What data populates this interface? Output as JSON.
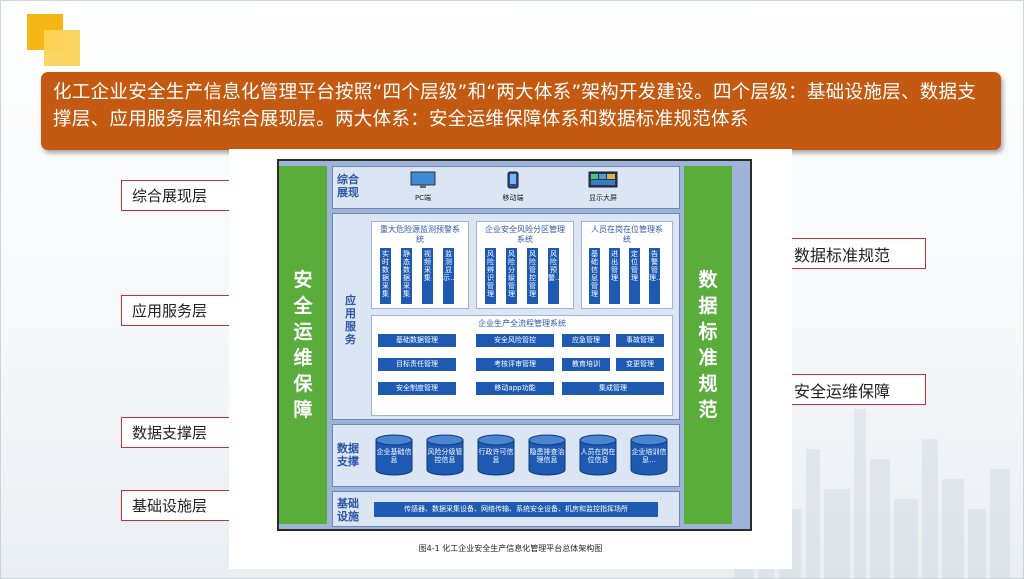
{
  "banner": {
    "text": "化工企业安全生产信息化管理平台按照“四个层级”和“两大体系”架构开发建设。四个层级：基础设施层、数据支撑层、应用服务层和综合展现层。两大体系：安全运维保障体系和数据标准规范体系"
  },
  "callouts": {
    "left": [
      "综合展现层",
      "应用服务层",
      "数据支撑层",
      "基础设施层"
    ],
    "right": [
      "数据标准规范",
      "安全运维保障"
    ]
  },
  "diagram": {
    "left_side": "安全运维保障",
    "right_side": "数据标准规范",
    "layers": {
      "display": {
        "label": "综合展现",
        "devices": [
          "PC端",
          "移动端",
          "显示大屏"
        ]
      },
      "app": {
        "label": "应用服务",
        "systems": [
          {
            "title": "重大危险源监测预警系统",
            "items": [
              "实时数据采集",
              "静态数据采集",
              "视频采集",
              "监测显示…"
            ]
          },
          {
            "title": "企业安全风险分区管理系统",
            "items": [
              "风险辨识管理",
              "风险分级管理",
              "风险管控管理",
              "风险预警…"
            ]
          },
          {
            "title": "人员在岗在位管理系统",
            "items": [
              "基础信息管理",
              "进出管理",
              "定位管理",
              "告警管理…"
            ]
          }
        ],
        "process_title": "企业生产全流程管理系统",
        "process_items": [
          "基础数据管理",
          "安全风险管控",
          "应急管理",
          "事故管理",
          "目标责任管理",
          "考核评审管理",
          "教育培训",
          "变更管理",
          "安全制度管理",
          "移动app功能",
          "集成管理"
        ]
      },
      "data": {
        "label": "数据支撑",
        "dbs": [
          "企业基础信息",
          "风险分级管控信息",
          "行政许可信息",
          "隐患排查治理信息",
          "人员在岗在位信息",
          "企业培训信息…"
        ]
      },
      "infra": {
        "label": "基础设施",
        "text": "传感器、数据采集设备、网络传输、系统安全设备、机房和监控指挥场所"
      }
    },
    "caption": "图4-1 化工企业安全生产信息化管理平台总体架构图"
  },
  "colors": {
    "banner": "#c45a11",
    "callout_border": "#c9303a",
    "side_bar": "#5aac3b",
    "tile": "#1e5ab2"
  }
}
